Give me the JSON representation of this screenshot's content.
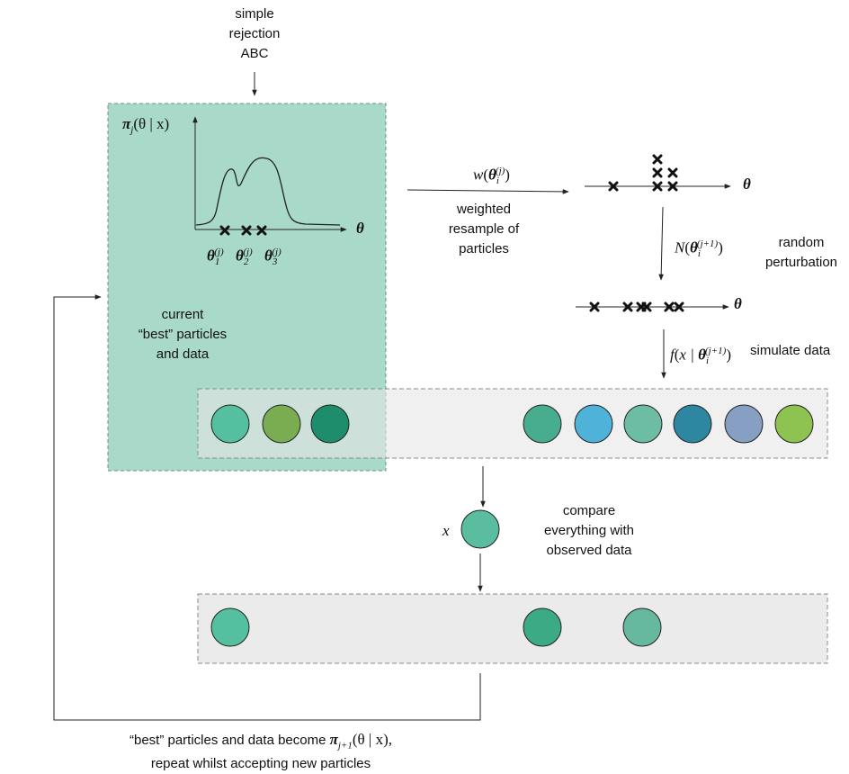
{
  "top_label": [
    "simple",
    "rejection",
    "ABC"
  ],
  "posterior_label": {
    "pi": "π",
    "sub": "j",
    "args": "(θ | x)"
  },
  "theta_symbol": "θ",
  "particle_labels": [
    {
      "base": "θ",
      "sub": "1",
      "sup": "(j)"
    },
    {
      "base": "θ",
      "sub": "2",
      "sup": "(j)"
    },
    {
      "base": "θ",
      "sub": "3",
      "sup": "(j)"
    }
  ],
  "current_best_label": [
    "current",
    "“best” particles",
    "and data"
  ],
  "weight_label": {
    "fn": "w",
    "base": "θ",
    "sub": "i",
    "sup": "(j)"
  },
  "resample_label": [
    "weighted",
    "resample of",
    "particles"
  ],
  "perturb_label": {
    "fn": "N",
    "base": "θ",
    "sub": "i",
    "sup": "(j+1)"
  },
  "random_perturbation_label": [
    "random",
    "perturbation"
  ],
  "simulate_label": {
    "fn": "f",
    "prefix": "x |",
    "base": "θ",
    "sub": "i",
    "sup": "(j+1)",
    "suffix": "simulate data"
  },
  "observed_symbol": "x",
  "compare_label": [
    "compare",
    "everything with",
    "observed data"
  ],
  "bottom_label": {
    "line1_prefix": "“best” particles and data become",
    "pi": "π",
    "sub": "j+1",
    "args": "(θ | x),",
    "line2": "repeat whilst accepting new particles"
  },
  "colors": {
    "panel_fill": "#a8d9c9",
    "strip_fill": "#ebebeb",
    "strip_border": "#8a8a8a",
    "sim_particles": [
      "#55c09f",
      "#7aad52",
      "#1e8d6b",
      "#48ad8f",
      "#4fb2d8",
      "#6cbda3",
      "#2d87a1",
      "#869fc2",
      "#8fc351"
    ],
    "observed": "#5bbd9f",
    "accepted": [
      "#55c09f",
      "#3daa86",
      "#66b99e"
    ]
  }
}
